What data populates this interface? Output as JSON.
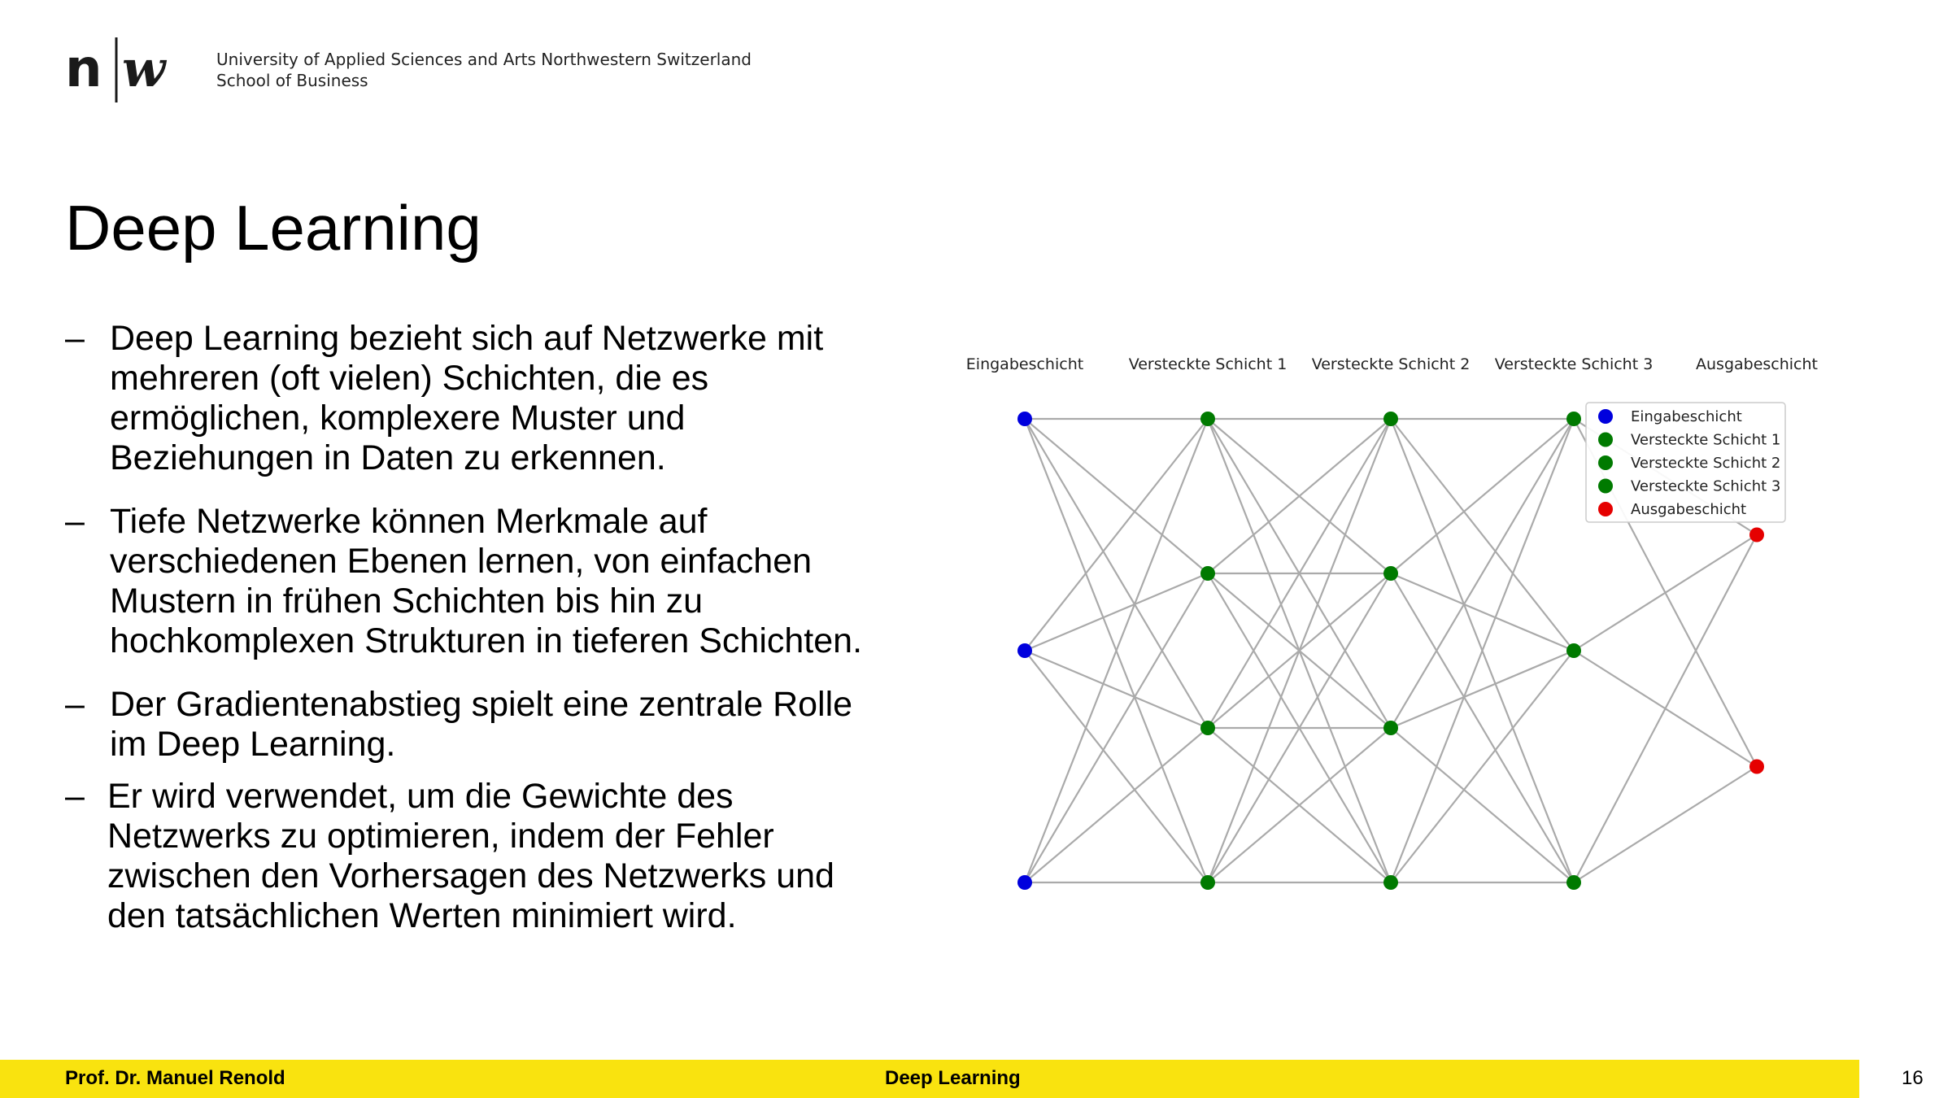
{
  "header": {
    "logo_text": "n|w",
    "institution": "University of Applied Sciences and Arts Northwestern Switzerland",
    "school": "School of Business"
  },
  "slide": {
    "title": "Deep Learning",
    "bullets": [
      "Deep Learning bezieht sich auf Netzwerke mit\nmehreren (oft vielen) Schichten, die es\nermöglichen, komplexere Muster und\nBeziehungen in Daten zu erkennen.",
      "Tiefe Netzwerke können Merkmale auf\nverschiedenen Ebenen lernen, von einfachen\nMustern in frühen Schichten bis hin zu\nhochkomplexen Strukturen in tieferen Schichten.",
      "Der Gradientenabstieg spielt eine zentrale Rolle\nim Deep Learning.",
      "Er wird verwendet, um die Gewichte des\nNetzwerks zu optimieren, indem der Fehler\nzwischen den Vorhersagen des Netzwerks und\nden tatsächlichen Werten minimiert wird."
    ],
    "bullet_marker": "–"
  },
  "diagram": {
    "layers": [
      {
        "label": "Eingabeschicht",
        "nodes": 3,
        "color": "#0000dd"
      },
      {
        "label": "Versteckte Schicht 1",
        "nodes": 4,
        "color": "#007a00"
      },
      {
        "label": "Versteckte Schicht 2",
        "nodes": 4,
        "color": "#007a00"
      },
      {
        "label": "Versteckte Schicht 3",
        "nodes": 3,
        "color": "#007a00"
      },
      {
        "label": "Ausgabeschicht",
        "nodes": 2,
        "color": "#e50000"
      }
    ],
    "legend": [
      {
        "label": "Eingabeschicht",
        "color": "#0000dd"
      },
      {
        "label": "Versteckte Schicht 1",
        "color": "#007a00"
      },
      {
        "label": "Versteckte Schicht 2",
        "color": "#007a00"
      },
      {
        "label": "Versteckte Schicht 3",
        "color": "#007a00"
      },
      {
        "label": "Ausgabeschicht",
        "color": "#e50000"
      }
    ],
    "edge_color": "#aaaaaa"
  },
  "footer": {
    "author": "Prof. Dr. Manuel Renold",
    "topic": "Deep Learning",
    "page_number": "16",
    "accent": "#f9e30f"
  }
}
